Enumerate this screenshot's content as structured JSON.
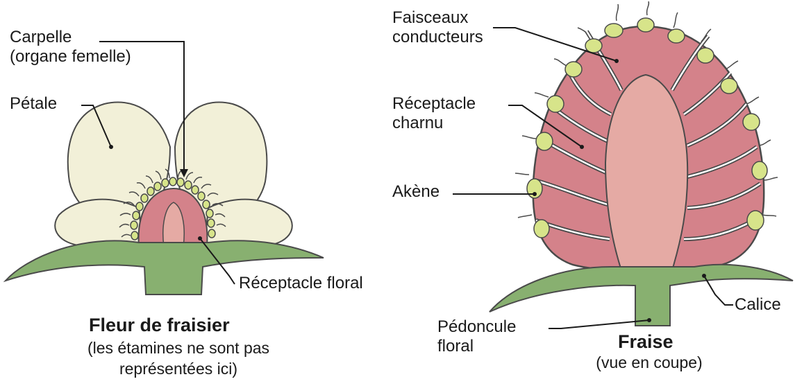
{
  "flower": {
    "labels": {
      "carpelle_line1": "Carpelle",
      "carpelle_line2": "(organe femelle)",
      "petale": "Pétale",
      "receptacle_floral": "Réceptacle floral"
    },
    "title": "Fleur de fraisier",
    "subtitle_line1": "(les étamines ne sont pas",
    "subtitle_line2": "représentées ici)"
  },
  "strawberry": {
    "labels": {
      "faisceaux_line1": "Faisceaux",
      "faisceaux_line2": "conducteurs",
      "receptacle_line1": "Réceptacle",
      "receptacle_line2": "charnu",
      "akene": "Akène",
      "pedoncule_line1": "Pédoncule",
      "pedoncule_line2": "floral",
      "calice": "Calice"
    },
    "title": "Fraise",
    "subtitle": "(vue en coupe)"
  },
  "colors": {
    "petal": "#f2f0d8",
    "receptacle": "#d4828a",
    "receptacle_inner": "#e5aaa4",
    "sepal": "#88b070",
    "achene": "#d7e48a",
    "outline": "#4a4a4a"
  }
}
